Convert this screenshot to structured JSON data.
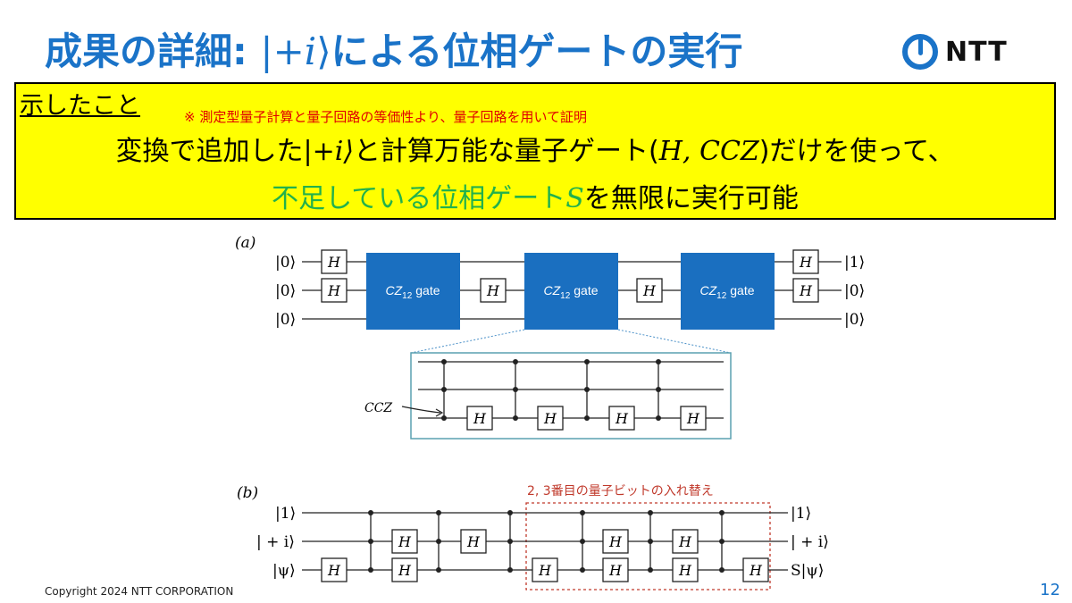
{
  "title": {
    "prefix": "成果の詳細: ",
    "ket": "|+𝑖⟩",
    "suffix": "による位相ゲートの実行"
  },
  "logo": {
    "text": "NTT",
    "icon": "ntt-ring-icon",
    "color": "#1a73c8"
  },
  "box": {
    "heading": "示したこと",
    "note": "※ 測定型量子計算と量子回路の等価性より、量子回路を用いて証明",
    "line1_a": "変換で追加した",
    "line1_ket": "|+𝑖⟩",
    "line1_b": "と計算万能な量子ゲート(",
    "line1_gates": "𝐻, 𝐶𝐶𝑍",
    "line1_c": ")だけを使って、",
    "line2_green_a": "不足している位相ゲート",
    "line2_green_s": "𝑆",
    "line2_b": "を無限に実行可能",
    "bg_color": "#ffff00",
    "note_color": "#e00000",
    "green_color": "#22b14c"
  },
  "circuit_a": {
    "label": "(a)",
    "inputs": [
      "|0⟩",
      "|0⟩",
      "|0⟩"
    ],
    "outputs": [
      "|1⟩",
      "|0⟩",
      "|0⟩"
    ],
    "gate_block_label_main": "CZ",
    "gate_block_label_sub": "12",
    "gate_block_label_word": "gate",
    "h_label": "H",
    "ccz_label": "CCZ",
    "block_color": "#1a6fc0"
  },
  "circuit_b": {
    "label": "(b)",
    "inputs": [
      "|1⟩",
      "| + i⟩",
      "|ψ⟩"
    ],
    "outputs": [
      "|1⟩",
      "| + i⟩",
      "S|ψ⟩"
    ],
    "swap_note": "2, 3番目の量子ビットの入れ替え",
    "swap_color": "#c0392b"
  },
  "footer": {
    "copyright": "Copyright 2024 NTT CORPORATION",
    "page": "12"
  }
}
